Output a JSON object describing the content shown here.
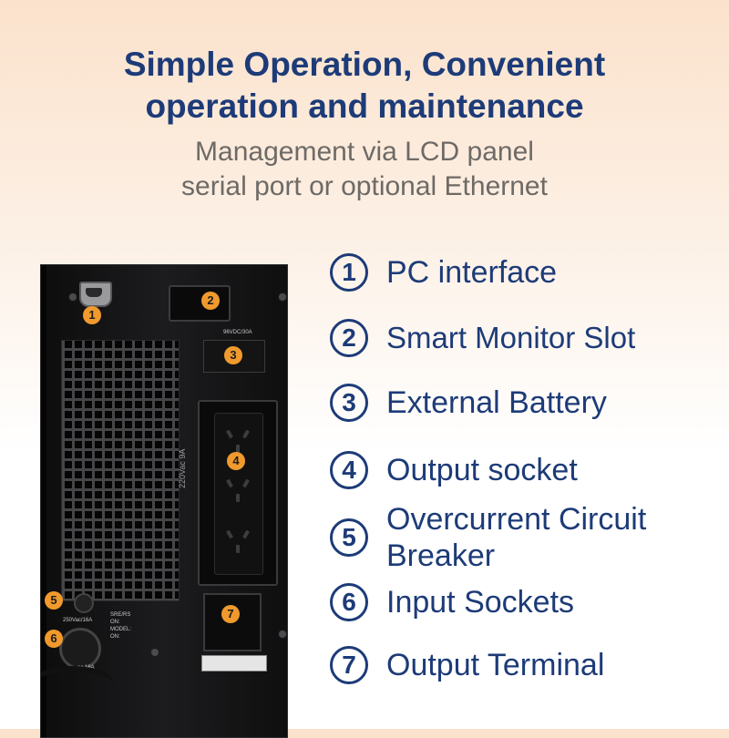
{
  "header": {
    "title_line1": "Simple Operation, Convenient",
    "title_line2": "operation and maintenance",
    "subtitle_line1": "Management via LCD panel",
    "subtitle_line2": "serial port or optional Ethernet"
  },
  "features": [
    {
      "number": "1",
      "label": "PC interface"
    },
    {
      "number": "2",
      "label": "Smart Monitor Slot"
    },
    {
      "number": "3",
      "label": "External Battery"
    },
    {
      "number": "4",
      "label": "Output socket"
    },
    {
      "number": "5",
      "label_line1": "Overcurrent Circuit",
      "label_line2": "Breaker"
    },
    {
      "number": "6",
      "label": "Input Sockets"
    },
    {
      "number": "7",
      "label": "Output Terminal"
    }
  ],
  "device": {
    "markers": [
      "1",
      "2",
      "3",
      "4",
      "5",
      "6",
      "7"
    ],
    "battery_label": "96VDC/30A",
    "socket_rating": "220Vac 9A",
    "breaker_rating": "250Vac/16A",
    "input_rating": "ac 16A",
    "info_lines": [
      "SRE/RS",
      "ON:",
      "MODEL:",
      "ON:"
    ]
  },
  "colors": {
    "brand_blue": "#1d3b78",
    "marker_orange": "#f09a2d",
    "subtitle_gray": "#6e6a66"
  }
}
